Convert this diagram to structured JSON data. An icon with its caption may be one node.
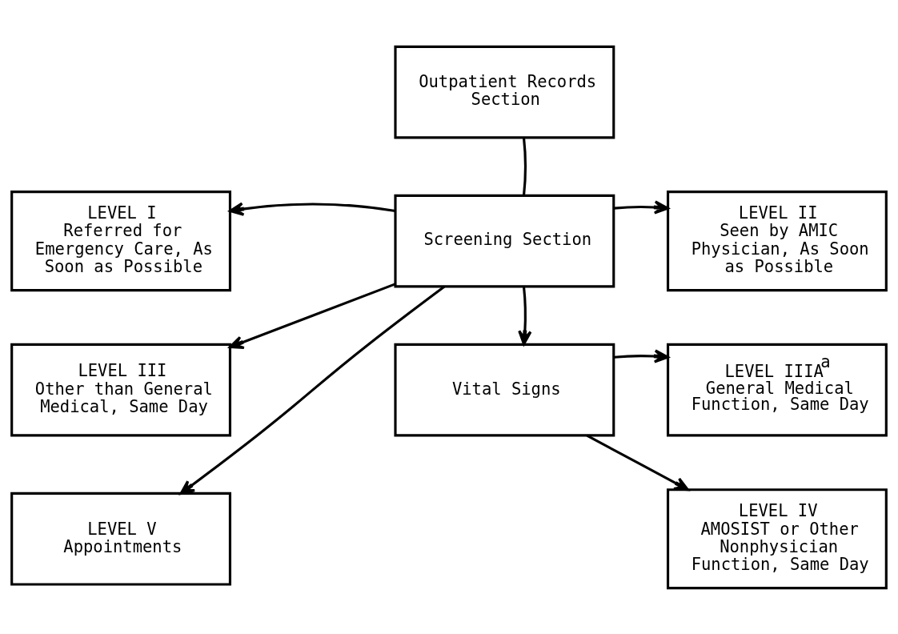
{
  "diagram": {
    "nodes": [
      {
        "text": [
          "Outpatient Records Section"
        ]
      },
      {
        "text": [
          "LEVEL I",
          "Referred for Emergency Care, As Soon as Possible"
        ]
      },
      {
        "text": [
          "Screening Section"
        ]
      },
      {
        "text": [
          "LEVEL II",
          "Seen by AMIC Physician, As Soon as Possible"
        ]
      },
      {
        "text": [
          "LEVEL III",
          "Other than General Medical, Same Day"
        ]
      },
      {
        "text": [
          "Vital Signs"
        ]
      },
      {
        "text": [
          "LEVEL IIIA$^{a}$",
          "General Medical Function, Same Day"
        ]
      },
      {
        "text": [
          "LEVEL V",
          "Appointments"
        ]
      },
      {
        "text": [
          "LEVEL IV",
          "AMOSIST or Other Nonphysician Function, Same Day"
        ]
      }
    ],
    "edges": [
      {
        "from": 0,
        "to": 2,
        "arrow": "none"
      },
      {
        "from": 2,
        "to": 1,
        "arrow": "to"
      },
      {
        "from": 2,
        "to": 3,
        "arrow": "to"
      },
      {
        "from": 2,
        "to": 5,
        "arrow": "to"
      },
      {
        "from": 2,
        "to": 4,
        "arrow": "to"
      },
      {
        "from": 2,
        "to": 7,
        "arrow": "to"
      },
      {
        "from": 5,
        "to": 6,
        "arrow": "to"
      },
      {
        "from": 5,
        "to": 8,
        "arrow": "to"
      }
    ]
  }
}
